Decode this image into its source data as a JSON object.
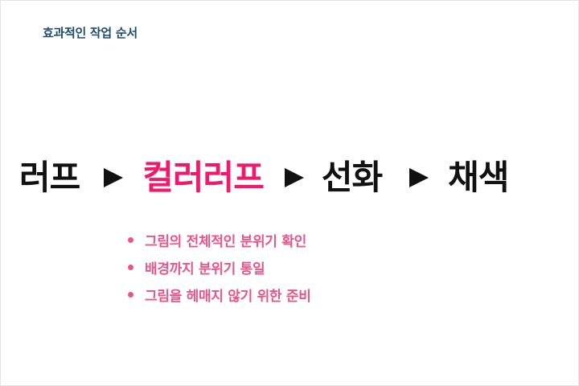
{
  "slide": {
    "title": "효과적인 작업 순서"
  },
  "flow": {
    "steps": [
      "러프",
      "컬러러프",
      "선화",
      "채색"
    ],
    "highlight_color": "#ef1a6c",
    "step_color": "#111111"
  },
  "notes": {
    "items": [
      "그림의 전체적인 분위기 확인",
      "배경까지 분위기 통일",
      "그림을 헤매지 않기 위한 준비"
    ],
    "color": "#e9558a"
  }
}
